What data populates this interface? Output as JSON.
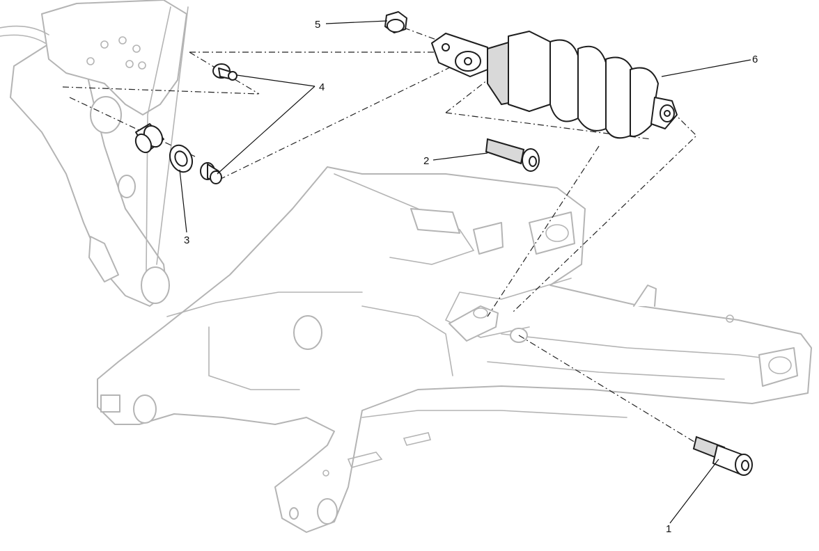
{
  "diagram": {
    "callouts": [
      {
        "id": "1",
        "label": "1"
      },
      {
        "id": "2",
        "label": "2"
      },
      {
        "id": "3",
        "label": "3"
      },
      {
        "id": "4",
        "label": "4"
      },
      {
        "id": "5",
        "label": "5"
      },
      {
        "id": "6",
        "label": "6"
      }
    ],
    "colors": {
      "background": "#ffffff",
      "context_outline": "#b4b4b4",
      "part_outline": "#1e1e1e",
      "part_shading": "#d9d9d9"
    }
  }
}
